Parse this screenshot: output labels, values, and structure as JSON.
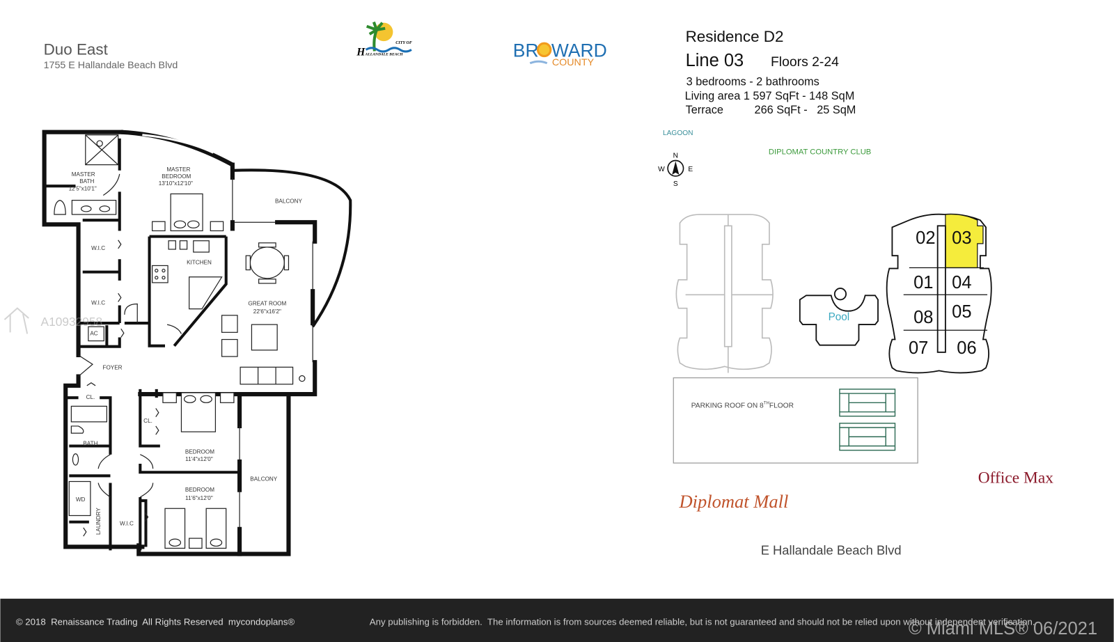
{
  "header": {
    "building_name": "Duo East",
    "address": "1755 E Hallandale Beach Blvd",
    "logos": {
      "hallandale": {
        "line1": "CITY OF",
        "initial": "H",
        "line2": "ALLANDALE BEACH"
      },
      "broward": {
        "part1": "BR",
        "part2": "WARD",
        "line2": "COUNTY"
      }
    }
  },
  "residence": {
    "title": "Residence D2",
    "line": "Line 03",
    "floors": "Floors 2-24",
    "rooms": "3 bedrooms - 2 bathrooms",
    "living_area": "Living area 1 597 SqFt - 148 SqM",
    "terrace_label": "Terrace",
    "terrace_value": "266 SqFt -   25 SqM"
  },
  "floorplan": {
    "rooms": {
      "master_bath": "MASTER",
      "master_bath_2": "BATH",
      "master_bath_dim": "12'5\"x10'1\"",
      "master_bedroom": "MASTER",
      "master_bedroom_2": "BEDROOM",
      "master_bedroom_dim": "13'10\"x12'10\"",
      "balcony_top": "BALCONY",
      "wic_1": "W.I.C",
      "wic_2": "W.I.C",
      "kitchen": "KITCHEN",
      "great_room": "GREAT ROOM",
      "great_room_dim": "22'6\"x16'2\"",
      "ac": "AC",
      "foyer": "FOYER",
      "cl_1": "CL.",
      "cl_2": "CL.",
      "bath": "BATH",
      "bedroom_1": "BEDROOM",
      "bedroom_1_dim": "11'4\"x12'0\"",
      "balcony_right": "BALCONY",
      "bedroom_2": "BEDROOM",
      "bedroom_2_dim": "11'6\"x12'0\"",
      "wd": "WD",
      "laundry": "LAUNDRY",
      "wic_3": "W.I.C"
    }
  },
  "site_map": {
    "lagoon": "LAGOON",
    "country_club": "DIPLOMAT COUNTRY CLUB",
    "compass": {
      "n": "N",
      "s": "S",
      "e": "E",
      "w": "W"
    },
    "pool": "Pool",
    "units": [
      "02",
      "03",
      "01",
      "04",
      "08",
      "05",
      "07",
      "06"
    ],
    "highlighted_unit": "03",
    "highlight_color": "#f5ec3c",
    "parking_text": "PARKING ROOF ON 8",
    "parking_sup": "TH",
    "parking_text_2": "FLOOR",
    "office_max": "Office Max",
    "diplomat_mall": "Diplomat Mall",
    "street": "E Hallandale Beach Blvd"
  },
  "footer": {
    "copyright": "© 2018  Renaissance Trading  All Rights Reserved  mycondoplans®",
    "disclaimer": "Any publishing is forbidden.  The information is from sources deemed reliable, but is not guaranteed and should not be relied upon without independent verification."
  },
  "watermarks": {
    "listing_id": "A10932958",
    "mls": "© Miami MLS® 06/2021"
  }
}
